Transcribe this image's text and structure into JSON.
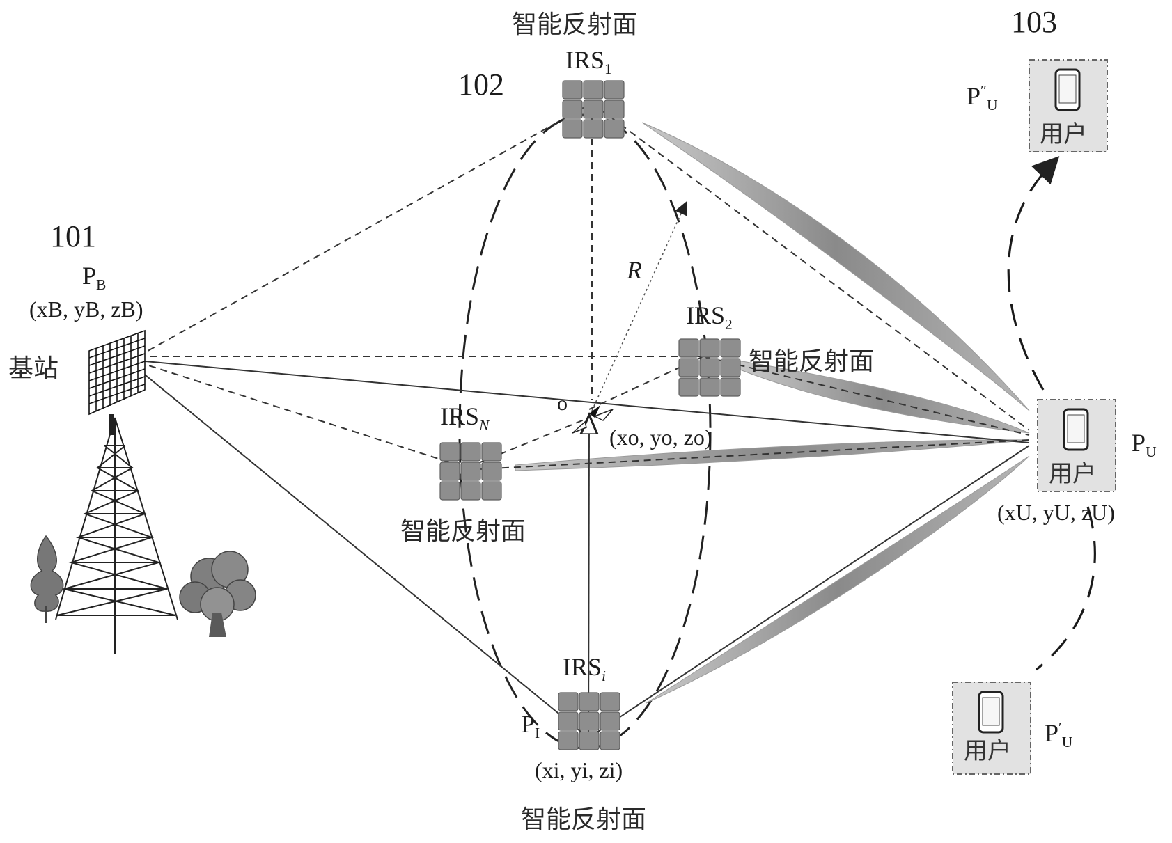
{
  "references": {
    "base_station_ref": "101",
    "irs_ref": "102",
    "user_ref": "103"
  },
  "base_station": {
    "label": "基站",
    "point": "P",
    "point_sub": "B",
    "coordinates": "(xB, yB, zB)"
  },
  "irs_panels": [
    {
      "name": "IRS",
      "sub": "1",
      "caption": "智能反射面"
    },
    {
      "name": "IRS",
      "sub": "2",
      "caption": "智能反射面"
    },
    {
      "name": "IRS",
      "sub": "N",
      "caption": "智能反射面"
    },
    {
      "name": "IRS",
      "sub": "i",
      "caption": "智能反射面",
      "point": "P",
      "point_sub": "I",
      "coordinates": "(xi, yi, zi)"
    }
  ],
  "center": {
    "label": "o",
    "coordinates": "(xo, yo, zo)",
    "radius_label": "R"
  },
  "users": [
    {
      "box_label": "用户",
      "point": "P",
      "point_sub": "U",
      "point_sup": "″"
    },
    {
      "box_label": "用户",
      "point": "P",
      "point_sub": "U",
      "point_sup": "",
      "coordinates": "(xU, yU, zU)"
    },
    {
      "box_label": "用户",
      "point": "P",
      "point_sub": "U",
      "point_sup": "′"
    }
  ],
  "colors": {
    "line": "#3a3a3a",
    "panel_fill": "#8e8e8e",
    "beam": "#9a9a9a",
    "user_box": "#e2e2e2"
  }
}
